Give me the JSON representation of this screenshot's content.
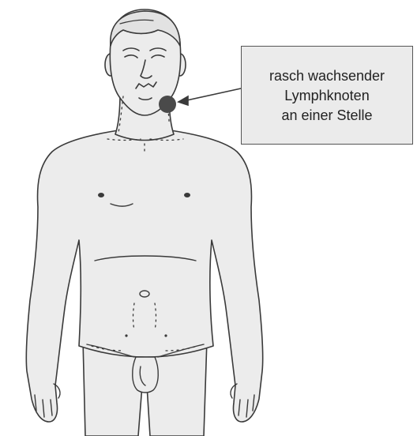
{
  "callout": {
    "lines": [
      "rasch wachsender",
      "Lymphknoten",
      "an einer Stelle"
    ]
  },
  "colors": {
    "body_fill": "#ececec",
    "outline": "#3a3a3a",
    "lymph_node": "#4a4a4a",
    "callout_bg": "#ebebeb"
  }
}
